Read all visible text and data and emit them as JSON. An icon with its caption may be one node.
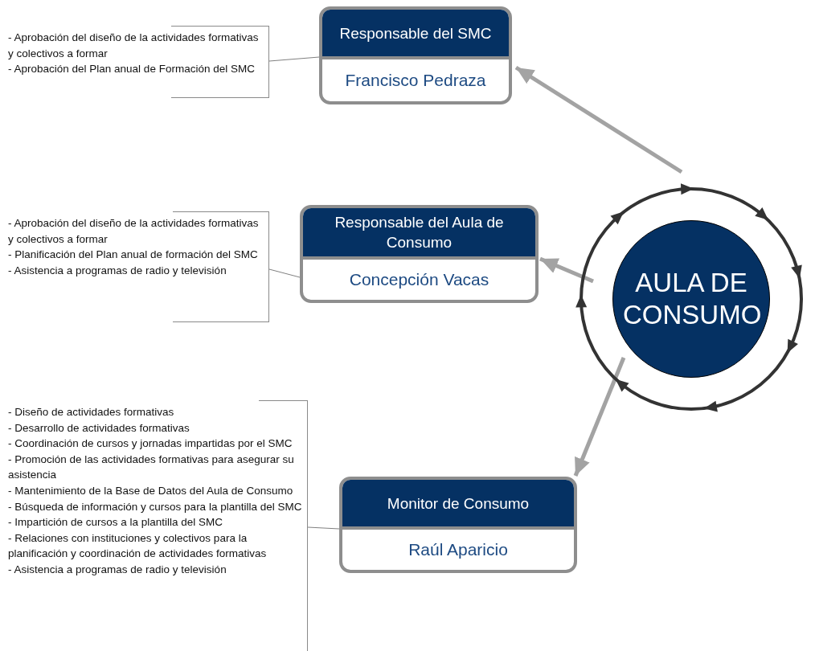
{
  "diagram": {
    "nodes": [
      {
        "text": [
          "- Aprobación del diseño de la actividades formativas y colectivos a formar",
          "- Aprobación del Plan anual de Formación del SMC"
        ]
      },
      {
        "text": [
          "Responsable del SMC",
          "Francisco Pedraza"
        ]
      },
      {
        "text": [
          "- Aprobación del diseño de la actividades formativas y colectivos a formar",
          "- Planificación del Plan anual de formación del SMC",
          "- Asistencia a programas de radio y televisión"
        ]
      },
      {
        "text": [
          "Responsable del Aula de Consumo",
          "Concepción Vacas"
        ]
      },
      {
        "text": [
          "AULA DE CONSUMO"
        ]
      },
      {
        "text": [
          "- Diseño de actividades formativas",
          "- Desarrollo de actividades formativas",
          "- Coordinación de cursos y jornadas impartidas por el SMC",
          "- Promoción de las actividades formativas para asegurar su asistencia",
          "- Mantenimiento de la Base de Datos del Aula de Consumo",
          "- Búsqueda de información y cursos para la plantilla del SMC",
          "- Impartición de cursos a la plantilla del SMC",
          "- Relaciones con instituciones y colectivos para la planificación y coordinación de actividades formativas",
          "- Asistencia a programas de radio y televisión"
        ]
      },
      {
        "text": [
          "Monitor de Consumo",
          "Raúl Aparicio"
        ]
      }
    ],
    "edges": [
      {
        "from": 4,
        "to": 1,
        "arrow": "to",
        "style": "thick"
      },
      {
        "from": 4,
        "to": 3,
        "arrow": "to",
        "style": "thick"
      },
      {
        "from": 4,
        "to": 6,
        "arrow": "to",
        "style": "thick"
      },
      {
        "from": 0,
        "to": 1,
        "arrow": "none"
      },
      {
        "from": 2,
        "to": 3,
        "arrow": "none"
      },
      {
        "from": 5,
        "to": 6,
        "arrow": "none"
      }
    ]
  }
}
